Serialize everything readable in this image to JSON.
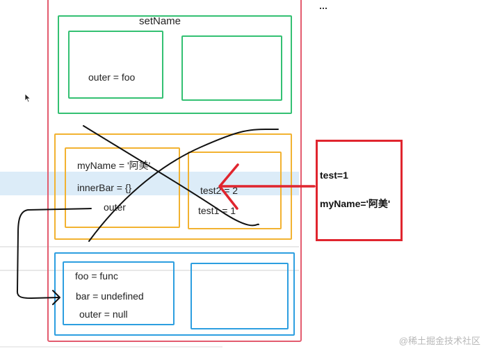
{
  "global_context": {
    "setName_label": "setName",
    "lexical_env": {
      "outer": "outer = foo"
    }
  },
  "bar_context": {
    "variable_env": {
      "myName": "myName = '阿美'",
      "innerBar": "innerBar = {}",
      "outer": "outer"
    },
    "lexical_env": {
      "test2": "test2 = 2",
      "test1": "test1 = 1"
    }
  },
  "foo_context": {
    "variable_env": {
      "foo": "foo = func",
      "bar": "bar = undefined",
      "outer": "outer = null"
    }
  },
  "closure_box": {
    "test": "test=1",
    "myName": "myName='阿美'"
  },
  "watermark": "@稀土掘金技术社区",
  "colors": {
    "stack_border": "#e35b6e",
    "green": "#33c072",
    "orange": "#f2b230",
    "blue": "#2c9ee0",
    "red": "#e0252e"
  },
  "icons": {
    "cursor": "mouse-pointer-icon"
  }
}
